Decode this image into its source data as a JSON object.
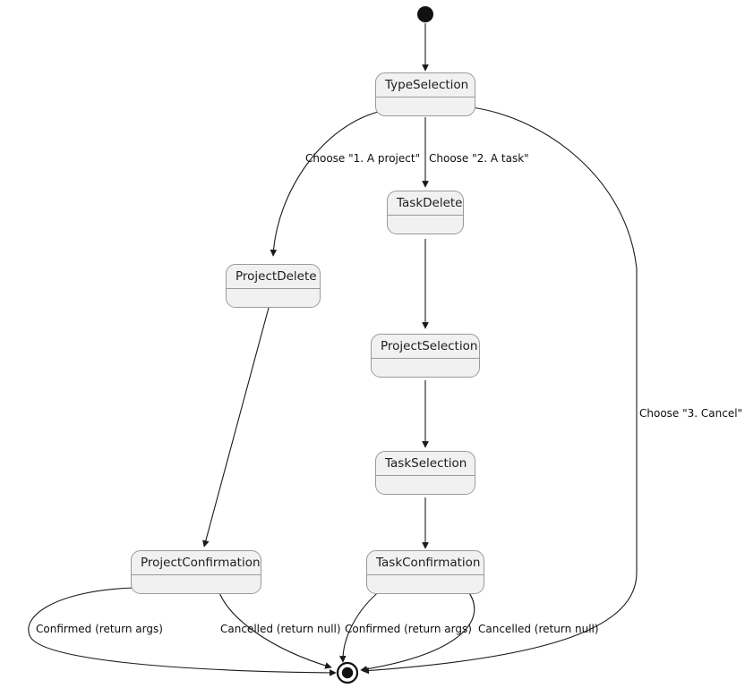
{
  "diagram": {
    "type": "uml-state-machine",
    "title": "",
    "colors": {
      "state_fill": "#F1F1F1",
      "state_border": "#9A9A9A",
      "edge": "#1A1A1A",
      "text": "#0D0D0D",
      "background": "#FFFFFF"
    },
    "start_node": {
      "name": "initial-state"
    },
    "end_node": {
      "name": "final-state"
    },
    "states": [
      {
        "id": "type_selection",
        "label": "TypeSelection"
      },
      {
        "id": "task_delete",
        "label": "TaskDelete"
      },
      {
        "id": "project_delete",
        "label": "ProjectDelete"
      },
      {
        "id": "project_selection",
        "label": "ProjectSelection"
      },
      {
        "id": "task_selection",
        "label": "TaskSelection"
      },
      {
        "id": "project_confirmation",
        "label": "ProjectConfirmation"
      },
      {
        "id": "task_confirmation",
        "label": "TaskConfirmation"
      }
    ],
    "transitions": [
      {
        "id": "t_start",
        "from": "initial",
        "to": "type_selection",
        "label": ""
      },
      {
        "id": "t_project",
        "from": "type_selection",
        "to": "project_delete",
        "label": "Choose \"1. A project\""
      },
      {
        "id": "t_task",
        "from": "type_selection",
        "to": "task_delete",
        "label": "Choose \"2. A task\""
      },
      {
        "id": "t_cancel",
        "from": "type_selection",
        "to": "final",
        "label": "Choose \"3. Cancel\""
      },
      {
        "id": "t_task_to_projsel",
        "from": "task_delete",
        "to": "project_selection",
        "label": ""
      },
      {
        "id": "t_projsel_tasksel",
        "from": "project_selection",
        "to": "task_selection",
        "label": ""
      },
      {
        "id": "t_tasksel_conf",
        "from": "task_selection",
        "to": "task_confirmation",
        "label": ""
      },
      {
        "id": "t_projdel_conf",
        "from": "project_delete",
        "to": "project_confirmation",
        "label": ""
      },
      {
        "id": "t_proj_confirmed",
        "from": "project_confirmation",
        "to": "final",
        "label": "Confirmed (return args)"
      },
      {
        "id": "t_proj_cancelled",
        "from": "project_confirmation",
        "to": "final",
        "label": "Cancelled (return null)"
      },
      {
        "id": "t_task_confirmed",
        "from": "task_confirmation",
        "to": "final",
        "label": "Confirmed (return args)"
      },
      {
        "id": "t_task_cancelled",
        "from": "task_confirmation",
        "to": "final",
        "label": "Cancelled (return null)"
      }
    ]
  }
}
